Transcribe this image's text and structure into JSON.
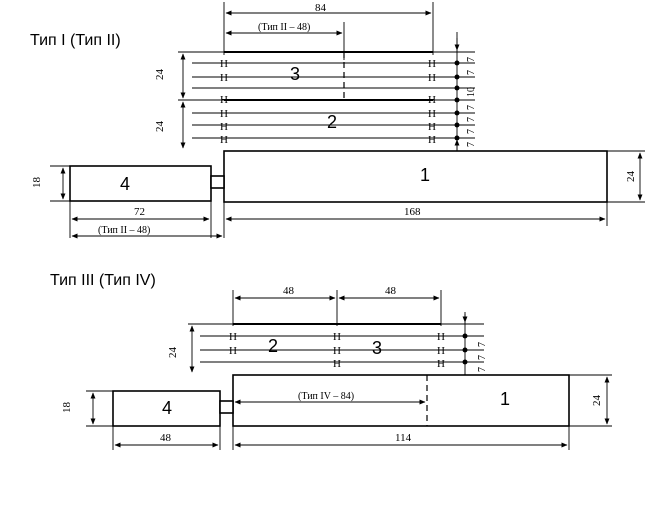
{
  "type1": {
    "title": "Тип I (Тип II)",
    "dim_top": "84",
    "dim_top_sub": "(Тип II – 48)",
    "dim_left_upper": "24",
    "dim_left_lower": "24",
    "dim_block4_height": "18",
    "dim_block1_height": "24",
    "dim_block4_width": "72",
    "dim_block4_width_sub": "(Тип II – 48)",
    "dim_block1_width": "168",
    "right_dims": [
      "7",
      "7",
      "10",
      "7",
      "7",
      "7",
      "7"
    ],
    "labels": {
      "block1": "1",
      "block2": "2",
      "block3": "3",
      "block4": "4"
    }
  },
  "type3": {
    "title": "Тип III (Тип IV)",
    "dim_top_left": "48",
    "dim_top_right": "48",
    "dim_left": "24",
    "dim_block4_height": "18",
    "dim_block1_height": "24",
    "dim_inner": "(Тип IV – 84)",
    "dim_block4_width": "48",
    "dim_block1_width": "114",
    "right_dims": [
      "7",
      "7",
      "7"
    ],
    "labels": {
      "block1": "1",
      "block2": "2",
      "block3": "3",
      "block4": "4"
    }
  }
}
